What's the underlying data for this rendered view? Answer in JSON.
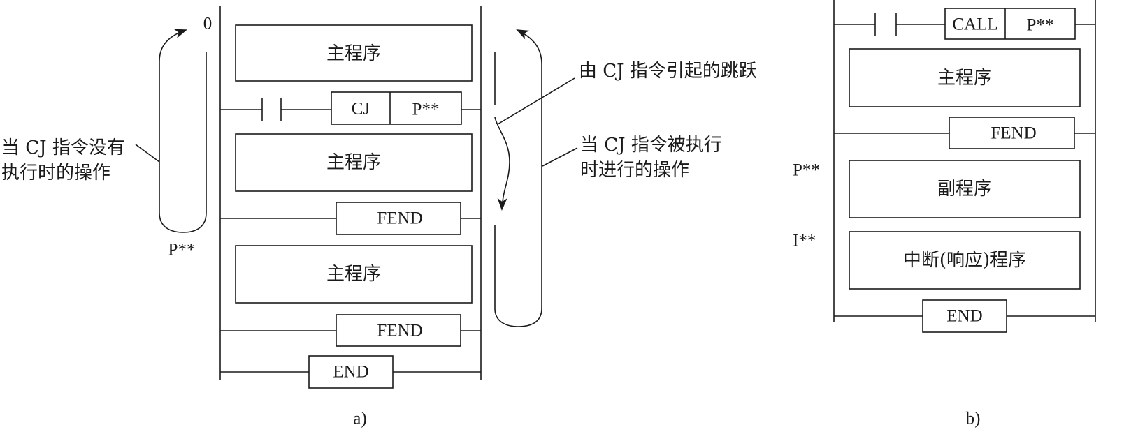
{
  "diagram_a": {
    "start_label": "0",
    "blocks": [
      "主程序",
      "主程序",
      "主程序"
    ],
    "cj_rung": {
      "instruction": "CJ",
      "operand": "P**"
    },
    "fend_labels": [
      "FEND",
      "FEND"
    ],
    "end_label": "END",
    "pointer_label": "P**",
    "not_executed_note": [
      "当 CJ 指令没有",
      "执行时的操作"
    ],
    "jump_note": "由 CJ 指令引起的跳跃",
    "executed_note": [
      "当 CJ 指令被执行",
      "时进行的操作"
    ],
    "caption": "a)"
  },
  "diagram_b": {
    "call_rung": {
      "instruction": "CALL",
      "operand": "P**"
    },
    "main_block": "主程序",
    "fend_label": "FEND",
    "subroutine_pointer": "P**",
    "subroutine_block": "副程序",
    "interrupt_pointer": "I**",
    "interrupt_block": "中断(响应)程序",
    "end_label": "END",
    "caption": "b)"
  }
}
